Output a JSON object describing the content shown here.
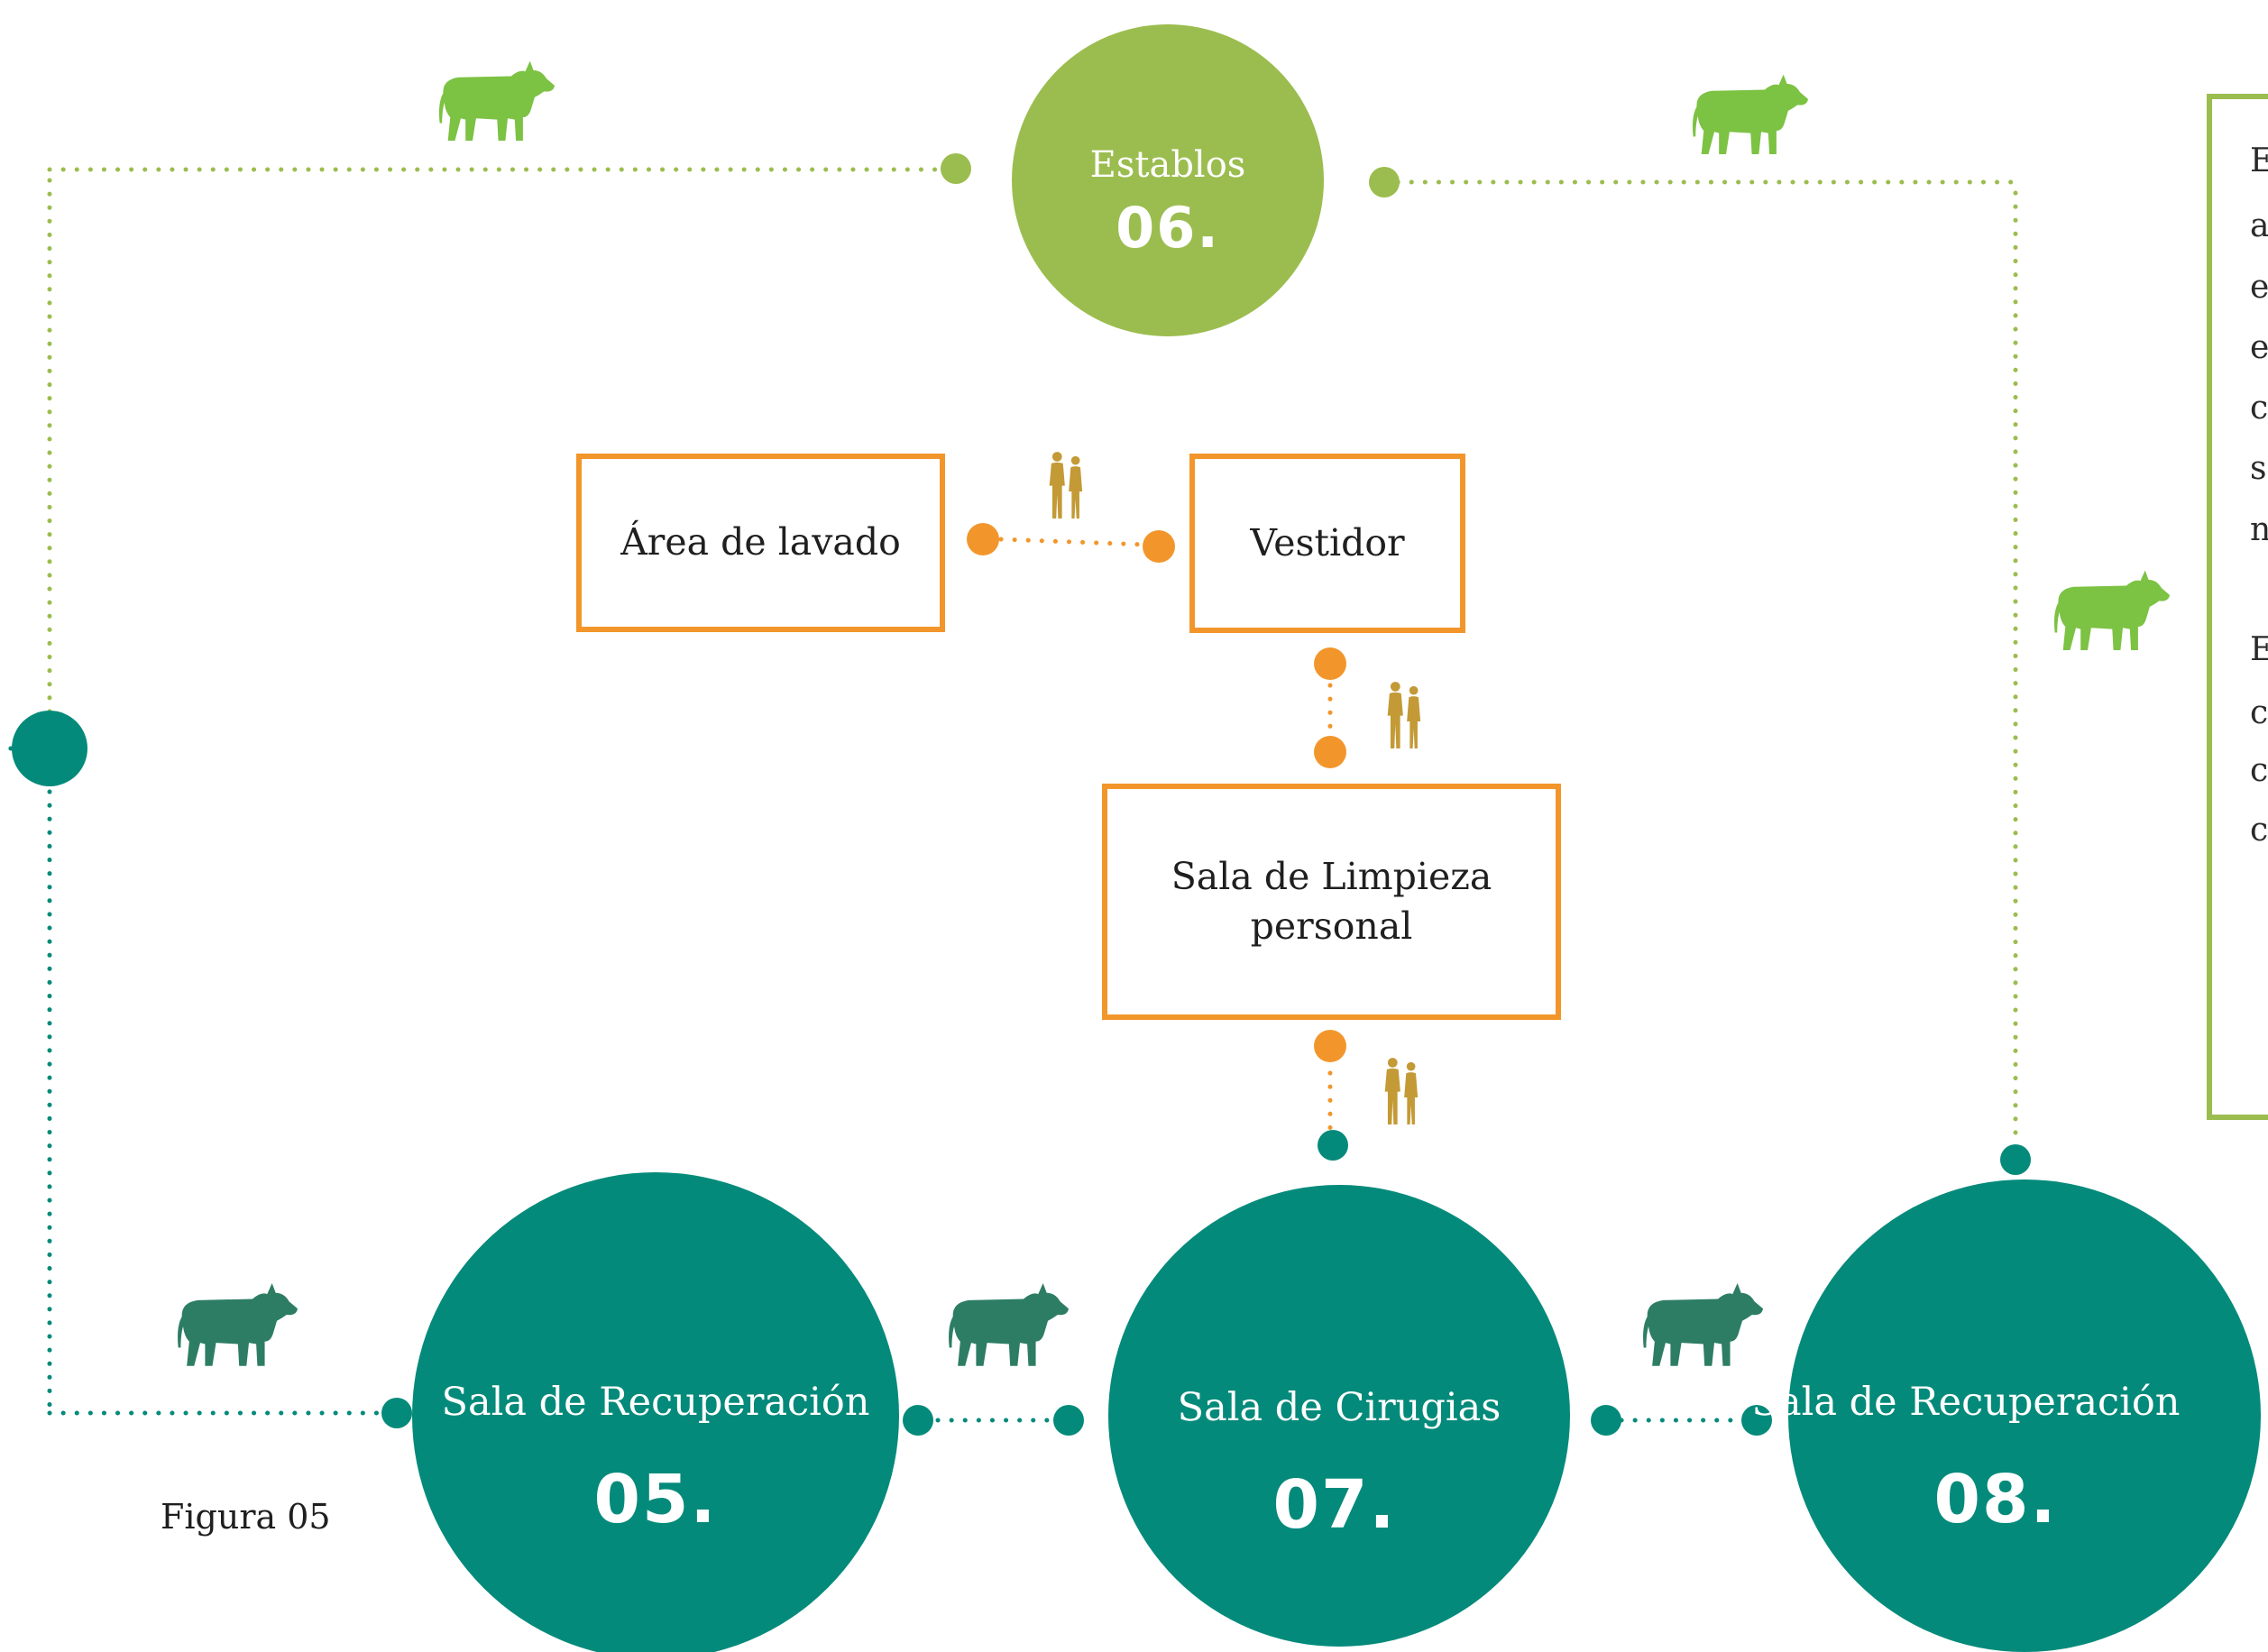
{
  "colors": {
    "green": "#9bbd4f",
    "teal": "#048a7a",
    "orange": "#f2962b",
    "cow_green": "#7cc243",
    "cow_teal": "#2d7d64",
    "people_gold": "#c39a36"
  },
  "nodes": {
    "establos": {
      "label": "Establos",
      "number": "06."
    },
    "recuperacion_05": {
      "label": "Sala de Recuperación",
      "number": "05."
    },
    "cirugias": {
      "label": "Sala de Cirugias",
      "number": "07."
    },
    "recuperacion_08": {
      "label": "Sala de Recuperación",
      "number": "08."
    }
  },
  "boxes": {
    "lavado": {
      "label": "Área de lavado"
    },
    "vestidor": {
      "label": "Vestidor"
    },
    "limpieza": {
      "label": "Sala de Limpieza personal"
    }
  },
  "side_panel": {
    "paragraph_1": [
      "E",
      "a",
      "e",
      "e",
      "c",
      "s",
      "n"
    ],
    "paragraph_2": [
      "E",
      "c",
      "c",
      "c"
    ]
  },
  "caption": "Figura 05",
  "icons": {
    "animal": "cow-icon",
    "people": "people-icon"
  }
}
